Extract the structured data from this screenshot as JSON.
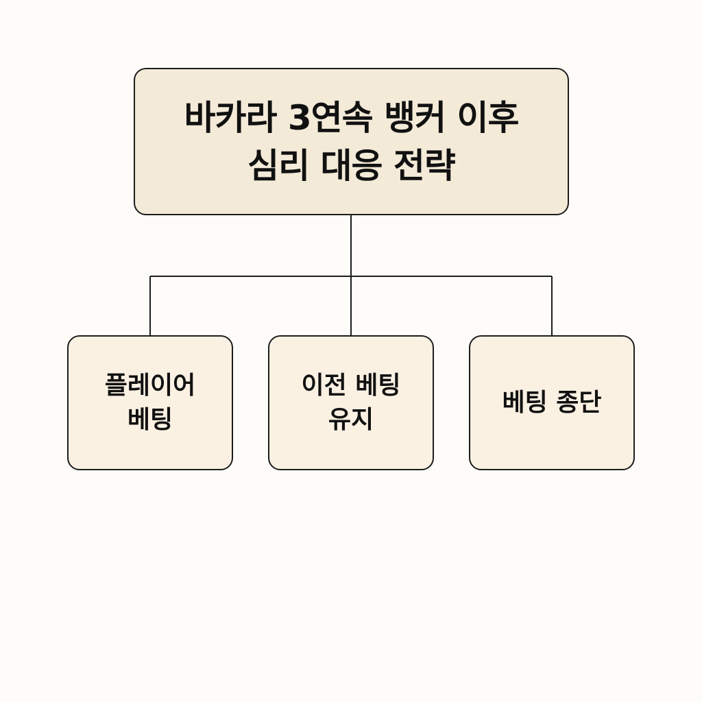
{
  "diagram": {
    "root": {
      "lines": [
        "바카라 3연속 뱅커 이후",
        "심리 대응 전략"
      ]
    },
    "children": [
      {
        "lines": [
          "플레이어",
          "베팅"
        ]
      },
      {
        "lines": [
          "이전 베팅",
          "유지"
        ]
      },
      {
        "lines": [
          "베팅 종단"
        ]
      }
    ]
  },
  "colors": {
    "root_fill": "#f4ead8",
    "child_fill": "#fbf1e3",
    "stroke": "#1c1c1c",
    "background": "#fdfcf9"
  }
}
